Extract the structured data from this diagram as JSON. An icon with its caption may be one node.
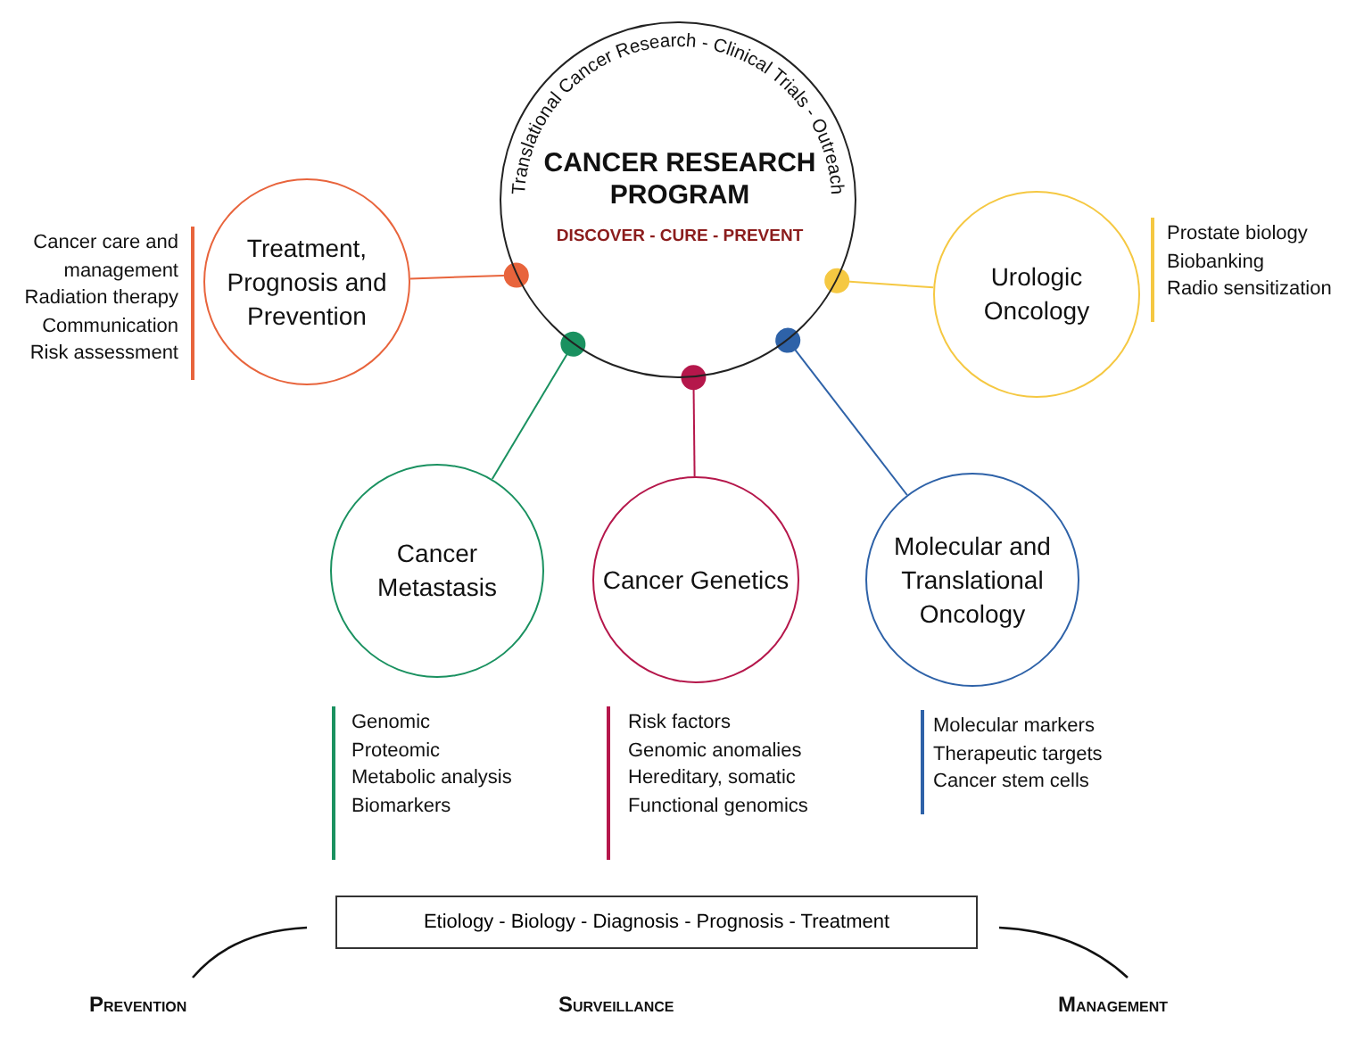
{
  "diagram": {
    "nodes": [
      {
        "text": [
          "Translational Cancer Research - Clinical Trials - Outreach",
          "CANCER RESEARCH PROGRAM",
          "DISCOVER - CURE - PREVENT"
        ]
      },
      {
        "text": [
          "Treatment, Prognosis and Prevention"
        ],
        "beside": [
          "Cancer care and management",
          "Radiation therapy",
          "Communication",
          "Risk assessment"
        ]
      },
      {
        "text": [
          "Urologic Oncology"
        ],
        "beside": [
          "Prostate biology",
          "Biobanking",
          "Radio sensitization"
        ]
      },
      {
        "text": [
          "Cancer Metastasis"
        ],
        "beside": [
          "Genomic",
          "Proteomic",
          "Metabolic analysis",
          "Biomarkers"
        ]
      },
      {
        "text": [
          "Cancer Genetics"
        ],
        "beside": [
          "Risk factors",
          "Genomic anomalies",
          "Hereditary, somatic",
          "Functional genomics"
        ]
      },
      {
        "text": [
          "Molecular and Translational Oncology"
        ],
        "beside": [
          "Molecular markers",
          "Therapeutic targets",
          "Cancer stem cells"
        ]
      },
      {
        "text": [
          "Etiology - Biology - Diagnosis - Prognosis - Treatment"
        ]
      }
    ],
    "edges": [
      {
        "from": 0,
        "to": 1,
        "arrow": "other",
        "color": "#e8643c"
      },
      {
        "from": 0,
        "to": 2,
        "arrow": "other",
        "color": "#f5c842"
      },
      {
        "from": 0,
        "to": 3,
        "arrow": "other",
        "color": "#1a9160"
      },
      {
        "from": 0,
        "to": 4,
        "arrow": "other",
        "color": "#b5174b"
      },
      {
        "from": 0,
        "to": 5,
        "arrow": "other",
        "color": "#2e62a8"
      }
    ],
    "labels": [
      "Prevention",
      "Surveillance",
      "Management"
    ]
  }
}
